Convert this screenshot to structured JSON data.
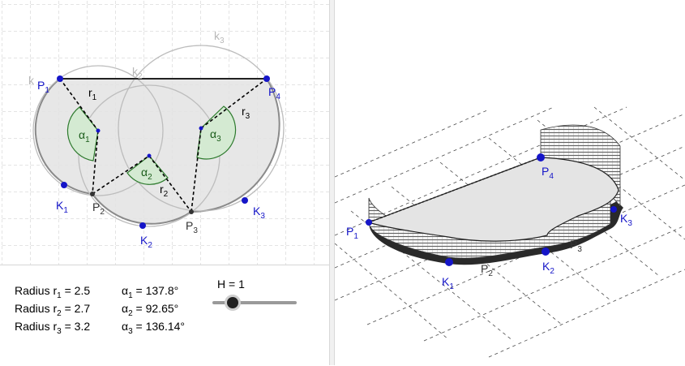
{
  "points_2d": {
    "P1": {
      "main": "P",
      "sub": "1"
    },
    "P2": {
      "main": "P",
      "sub": "2"
    },
    "P3": {
      "main": "P",
      "sub": "3"
    },
    "P4": {
      "main": "P",
      "sub": "4"
    },
    "K1": {
      "main": "K",
      "sub": "1"
    },
    "K2": {
      "main": "K",
      "sub": "2"
    },
    "K3": {
      "main": "K",
      "sub": "3"
    }
  },
  "segments": {
    "r1": {
      "main": "r",
      "sub": "1"
    },
    "r2": {
      "main": "r",
      "sub": "2"
    },
    "r3": {
      "main": "r",
      "sub": "3"
    }
  },
  "angles": {
    "a1": {
      "main": "α",
      "sub": "1"
    },
    "a2": {
      "main": "α",
      "sub": "2"
    },
    "a3": {
      "main": "α",
      "sub": "3"
    }
  },
  "circles": {
    "k1": "k",
    "k2": {
      "main": "k",
      "sub": "2"
    },
    "k3": {
      "main": "k",
      "sub": "3"
    }
  },
  "algebra": {
    "radius_prefix": "Radius r",
    "r1": {
      "sub": "1",
      "value": "= 2.5"
    },
    "r2": {
      "sub": "2",
      "value": "= 2.7"
    },
    "r3": {
      "sub": "3",
      "value": "= 3.2"
    },
    "alpha_prefix": "α",
    "a1": {
      "sub": "1",
      "value": "= 137.8°"
    },
    "a2": {
      "sub": "2",
      "value": "= 92.65°"
    },
    "a3": {
      "sub": "3",
      "value": "= 136.14°"
    }
  },
  "slider": {
    "label": "H = 1",
    "value": 1
  },
  "colors": {
    "point_blue": "#1515c8",
    "point_dark": "#333333",
    "angle_fill": "#d4ead2",
    "angle_stroke": "#2d7a2d",
    "shape_fill": "#e3e3e3",
    "circle_gray": "#b8b8b8",
    "grid": "#c8c8c8"
  }
}
